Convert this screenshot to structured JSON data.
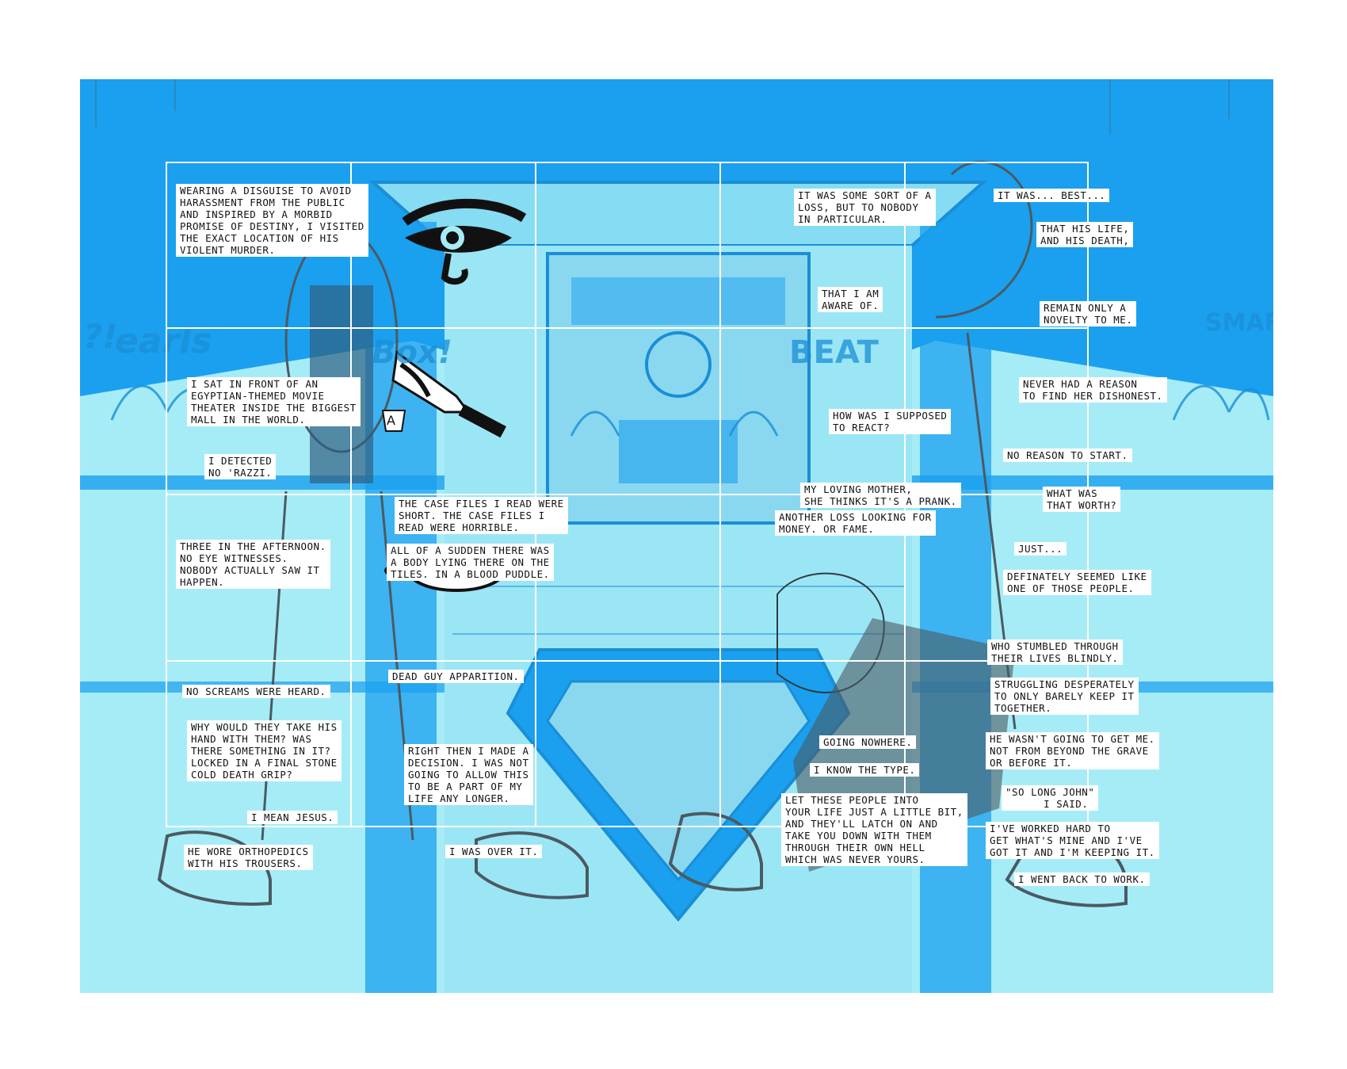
{
  "colors": {
    "background": "#ffffff",
    "light_cyan": "#a6ecf7",
    "bright_blue": "#1aa0ef",
    "mid_blue": "#2a90dc",
    "dark_gray": "#4b5a62",
    "black": "#111111",
    "caption_bg": "#ffffff"
  },
  "signs": {
    "pearls": "earls",
    "pearls_exclaim": "?!",
    "box": "Box!",
    "beat": "BEAT",
    "smart": "SMAR"
  },
  "props": {
    "evidence_marker": "A",
    "eye_icon": "eye-of-horus-icon",
    "knife_icon": "knife-icon",
    "loafer_icon": "loafer-shoe-icon",
    "sneaker_icon": "sneaker-icon"
  },
  "captions": {
    "c1": "Wearing a disguise to avoid\nharassment from the public\nand inspired by a morbid\npromise of destiny, I visited\nthe exact location of his\nviolent murder.",
    "c2": "I sat in front of an\nEgyptian-themed movie\ntheater inside the biggest\nmall in the world.",
    "c3": "I detected\nno 'razzi.",
    "c4": "Three in the afternoon.\nNo eye witnesses.\nNobody actually saw it\nhappen.",
    "c5": "No screams were heard.",
    "c6": "Why would they take his\nhand with them? Was\nthere something in it?\nLocked in a final stone\ncold death grip?",
    "c7": "I mean Jesus.",
    "c8": "He wore orthopedics\nwith his trousers.",
    "c9": "The case files I read were\nshort. The case files I\nread were horrible.",
    "c10": "All of a sudden there was\na body lying there on the\ntiles. In a blood puddle.",
    "c11": "Dead guy apparition.",
    "c12": "Right then I made a\ndecision. I was not\ngoing to allow this\nto be a part of my\nlife any longer.",
    "c13": "I was over it.",
    "c14": "It was some sort of a\nloss, but to nobody\nin particular.",
    "c15": "That I am\naware of.",
    "c16": "How was I supposed\nto react?",
    "c17": "My loving mother,\nshe thinks it's a prank.",
    "c18": "Another loss looking for\nmoney. Or fame.",
    "c19": "Going nowhere.",
    "c20": "I know the type.",
    "c21": "Let these people into\nyour life just a little bit,\nand they'll latch on and\ntake you down with them\nthrough their own hell\nwhich was never yours.",
    "c22": "It was... best...",
    "c23": "That his life,\nand his death,",
    "c24": "Remain only a\nnovelty to me.",
    "c25": "Never had a reason\nto find her dishonest.",
    "c26": "No reason to start.",
    "c27": "What was\nthat worth?",
    "c28": "Just...",
    "c29": "Definately seemed like\none of those people.",
    "c30": "Who stumbled through\ntheir lives blindly.",
    "c31": "Struggling desperately\nto only barely keep it\ntogether.",
    "c32": "He wasn't going to get me.\nNot from beyond the grave\nor before it.",
    "c33": "\"So long John\"\n      I said.",
    "c34": "I've worked hard to\nget what's mine and I've\ngot it and I'm keeping it.",
    "c35": "I went back to work."
  }
}
